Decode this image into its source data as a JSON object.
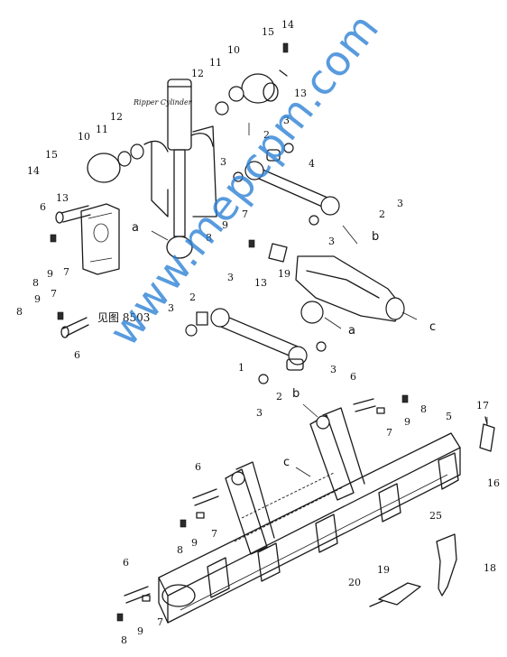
{
  "labels": {
    "cylinder_caption": "Ripper Cylinder",
    "see_fig_note": "见图 8503",
    "watermark": "www.mepcpm.com",
    "callouts": {
      "c14_top": "14",
      "c15_top": "15",
      "c10_top": "10",
      "c13_top": "13",
      "c11_top": "11",
      "c12_top": "12",
      "c3_topA": "3",
      "c2_topA": "2",
      "c12_left": "12",
      "c11_left": "11",
      "c10_left": "10",
      "c15_left": "15",
      "c14_left": "14",
      "c13_left": "13",
      "c3_midA": "3",
      "c4": "4",
      "c3_right1": "3",
      "c2_right": "2",
      "c3_right2": "3",
      "b_right": "b",
      "a_left": "a",
      "c6_left": "6",
      "c9_left1": "9",
      "c8_left1": "8",
      "c7_left1": "7",
      "c9_left2": "9",
      "c7_left2": "7",
      "c8_left2": "8",
      "c6_left2": "6",
      "c7_mid": "7",
      "c9_mid": "9",
      "c8_mid": "8",
      "c3_mid2": "3",
      "c13_mid": "13",
      "c19_mid": "19",
      "c2_mid": "2",
      "c3_mid3": "3",
      "a_mid": "a",
      "c_right": "c",
      "c1": "1",
      "c3_low": "3",
      "c2_low": "2",
      "c3_low2": "3",
      "c6_right": "6",
      "b_low": "b",
      "c8_right": "8",
      "c9_right": "9",
      "c7_right": "7",
      "c5": "5",
      "c17": "17",
      "c16": "16",
      "c6_frame": "6",
      "c_frame": "c",
      "c25": "25",
      "c9_frame": "9",
      "c8_frame": "8",
      "c7_frame": "7",
      "c6_bottom": "6",
      "c9_bottom": "9",
      "c8_bottom": "8",
      "c7_bottom": "7",
      "c20": "20",
      "c19_bottom": "19",
      "c18": "18"
    }
  }
}
